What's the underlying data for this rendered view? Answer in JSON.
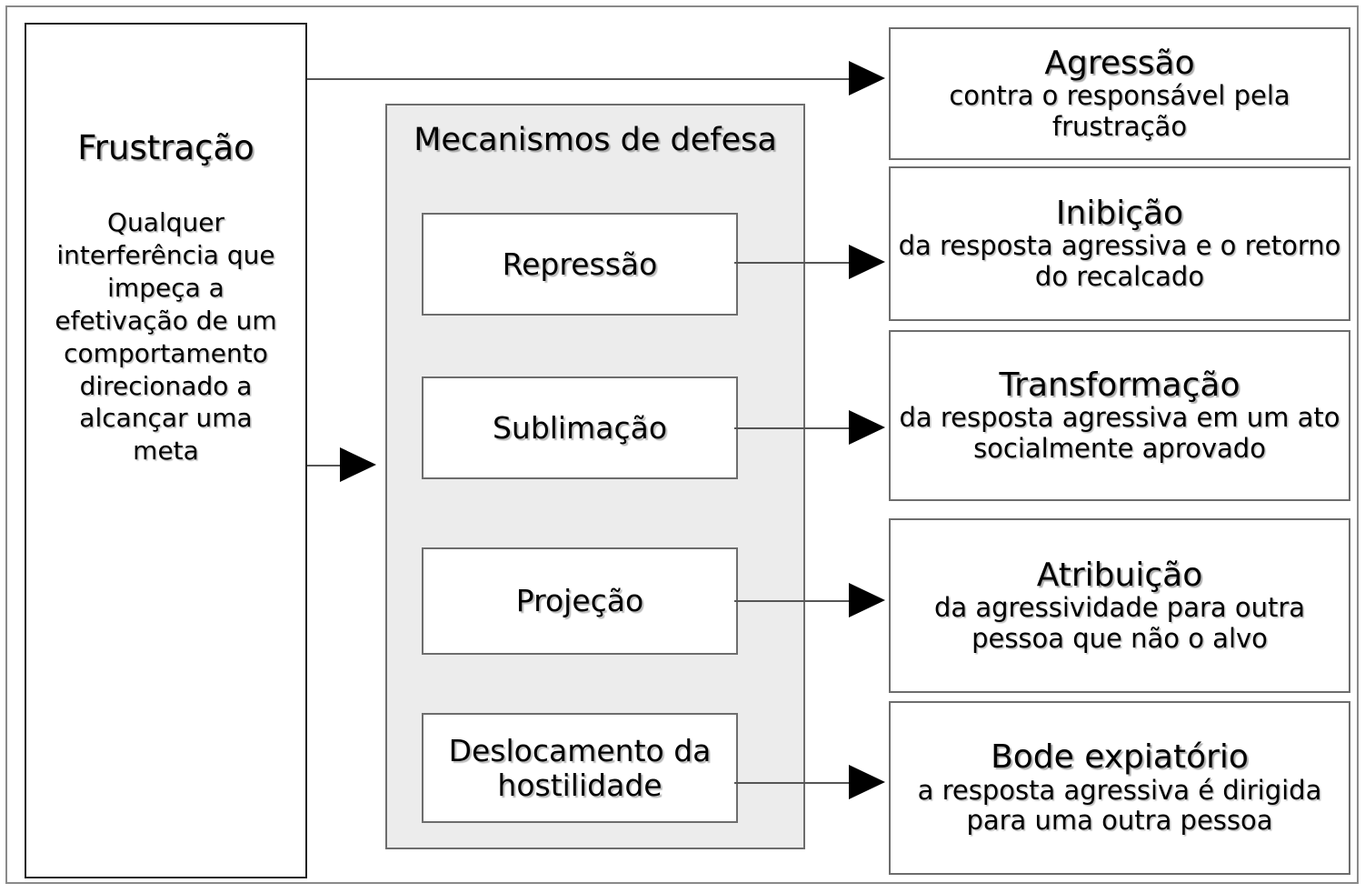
{
  "diagram": {
    "title_semantics": "frustration-defense-mechanisms-outcomes",
    "source_box": {
      "title": "Frustração",
      "description": "Qualquer interferência que impeça a efetivação de um comportamento direcionado a alcançar uma meta"
    },
    "middle_panel": {
      "title": "Mecanismos de defesa",
      "mechanisms": [
        {
          "label": "Repressão"
        },
        {
          "label": "Sublimação"
        },
        {
          "label": "Projeção"
        },
        {
          "label": "Deslocamento da hostilidade"
        }
      ]
    },
    "outcomes": [
      {
        "title": "Agressão",
        "description": "contra o responsável pela frustração"
      },
      {
        "title": "Inibição",
        "description": "da resposta agressiva e o retorno do recalcado"
      },
      {
        "title": "Transformação",
        "description": "da resposta agressiva em um ato socialmente aprovado"
      },
      {
        "title": "Atribuição",
        "description": "da agressividade para outra pessoa que não o alvo"
      },
      {
        "title": "Bode expiatório",
        "description": "a resposta agressiva é dirigida para uma outra pessoa"
      }
    ],
    "colors": {
      "panel_fill": "#ececec",
      "box_border": "#6d6d6d",
      "source_border": "#222222",
      "frame_border": "#8a8a8a",
      "arrow_fill": "#000000",
      "line": "#555555"
    }
  }
}
